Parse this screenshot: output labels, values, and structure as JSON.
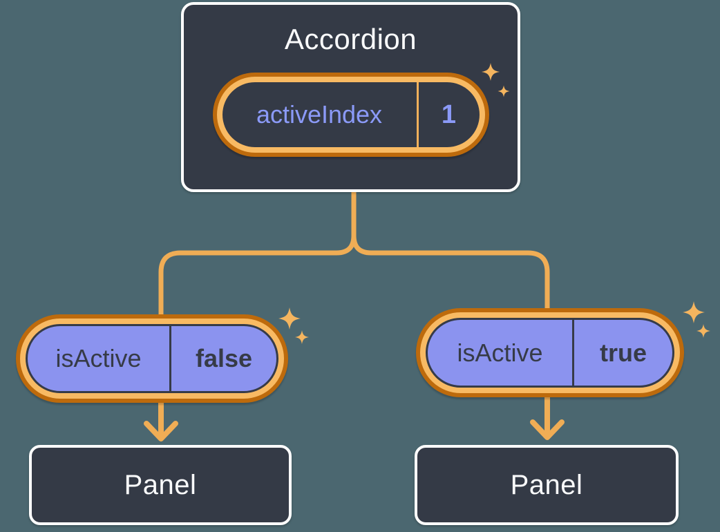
{
  "accordion": {
    "title": "Accordion",
    "state_name": "activeIndex",
    "state_value": "1"
  },
  "left_branch": {
    "prop_name": "isActive",
    "prop_value": "false",
    "panel_title": "Panel"
  },
  "right_branch": {
    "prop_name": "isActive",
    "prop_value": "true",
    "panel_title": "Panel"
  },
  "icons": {
    "sparkle_icon": "four-pointed-star",
    "arrow_down_icon": "chevron-down-arrow"
  },
  "colors": {
    "background": "#4B6770",
    "node_fill": "#343A46",
    "node_border": "#FFFFFF",
    "wire_orange": "#F0AD55",
    "ring_light_orange": "#F8BA63",
    "ring_dark_orange": "#BD6A0C",
    "purple_fill": "#8B93EF",
    "purple_text": "#8B9AF8",
    "dark_text": "#363B47",
    "sparkle_orange": "#F5B55F"
  }
}
